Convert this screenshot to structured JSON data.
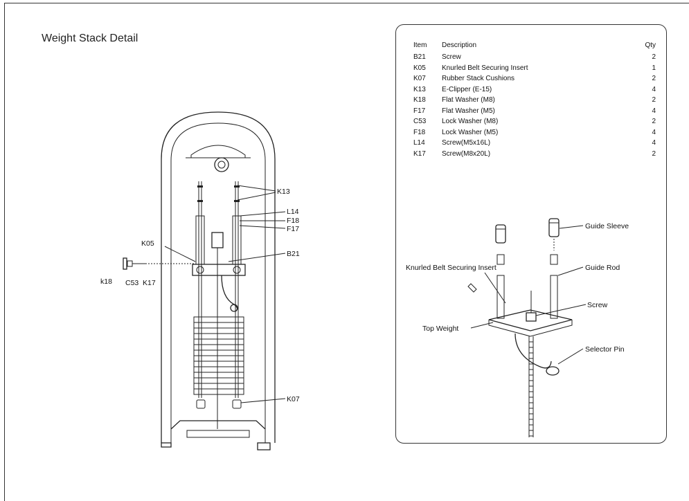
{
  "page": {
    "title": "Weight Stack Detail"
  },
  "parts_table": {
    "headers": {
      "item": "Item",
      "description": "Description",
      "qty": "Qty"
    },
    "rows": [
      {
        "item": "B21",
        "description": "Screw",
        "qty": "2"
      },
      {
        "item": "K05",
        "description": "Knurled Belt Securing Insert",
        "qty": "1"
      },
      {
        "item": "K07",
        "description": "Rubber Stack Cushions",
        "qty": "2"
      },
      {
        "item": "K13",
        "description": "E-Clipper  (E-15)",
        "qty": "4"
      },
      {
        "item": "K18",
        "description": "Flat Washer  (M8)",
        "qty": "2"
      },
      {
        "item": "F17",
        "description": "Flat Washer  (M5)",
        "qty": "4"
      },
      {
        "item": "C53",
        "description": "Lock Washer  (M8)",
        "qty": "2"
      },
      {
        "item": "F18",
        "description": "Lock Washer  (M5)",
        "qty": "4"
      },
      {
        "item": "L14",
        "description": "Screw(M5x16L)",
        "qty": "4"
      },
      {
        "item": "K17",
        "description": "Screw(M8x20L)",
        "qty": "2"
      }
    ]
  },
  "left_diagram": {
    "callouts": {
      "k13": "K13",
      "l14": "L14",
      "f18": "F18",
      "f17": "F17",
      "k05": "K05",
      "b21": "B21",
      "k18": "k18",
      "c53": "C53",
      "k17": "K17",
      "k07": "K07"
    }
  },
  "right_diagram": {
    "callouts": {
      "guide_sleeve": "Guide Sleeve",
      "guide_rod": "Guide Rod",
      "knurled_insert": "Knurled Belt Securing Insert",
      "screw": "Screw",
      "top_weight": "Top Weight",
      "selector_pin": "Selector Pin"
    }
  }
}
